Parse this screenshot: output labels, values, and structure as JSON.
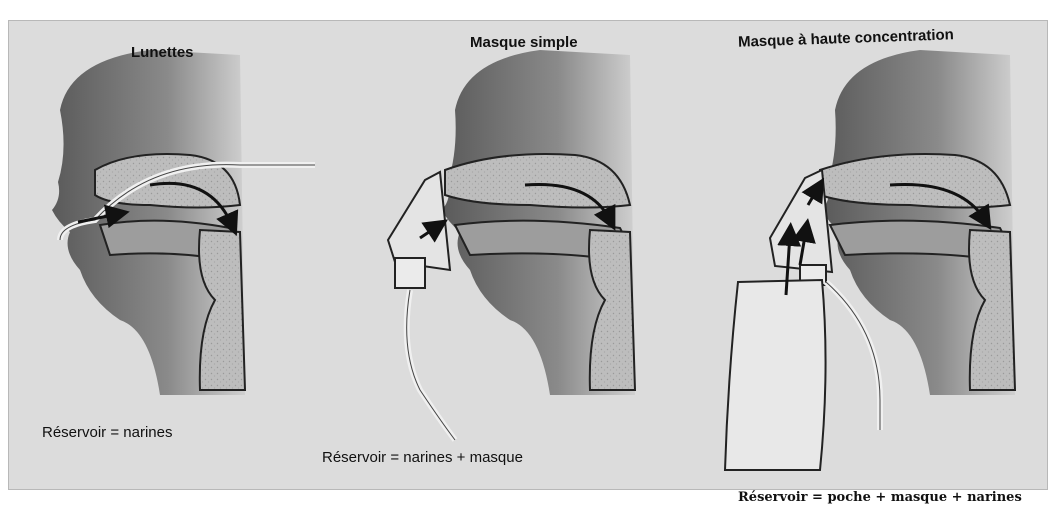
{
  "panels": [
    {
      "title": "Lunettes",
      "caption": "Réservoir = narines"
    },
    {
      "title": "Masque simple",
      "caption": "Réservoir = narines + masque"
    },
    {
      "title": "Masque à haute concentration",
      "caption": ""
    }
  ],
  "footer_caption": "Réservoir = poche + masque + narines",
  "colors": {
    "paper": "#dcdcdc",
    "head_dark": "#4a4a4a",
    "tissue": "#b9b9b9",
    "outline": "#222222"
  }
}
